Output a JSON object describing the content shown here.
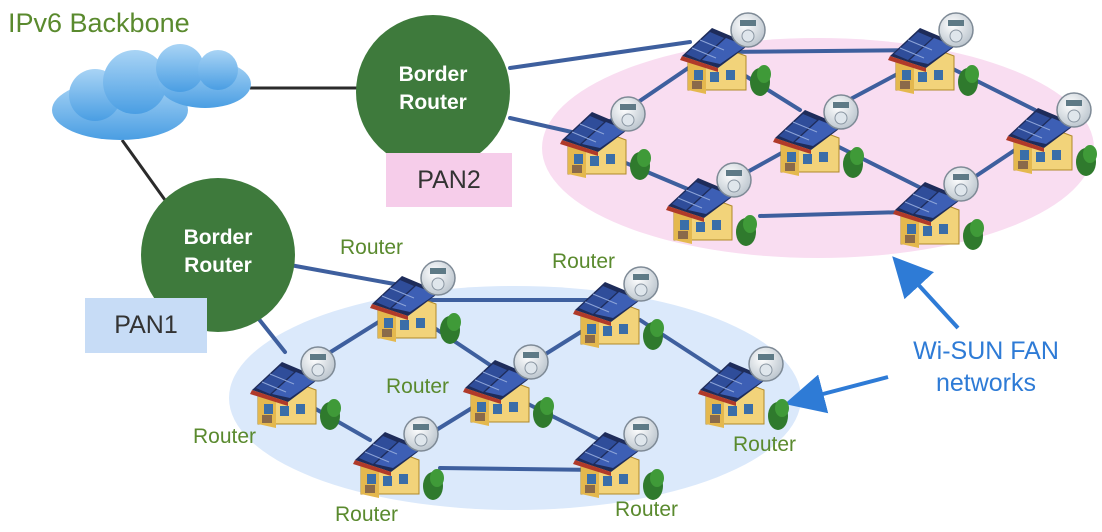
{
  "title": "IPv6 Backbone",
  "border_router": {
    "line1": "Border",
    "line2": "Router"
  },
  "pan1": "PAN1",
  "pan2": "PAN2",
  "router_label": "Router",
  "wisun": {
    "line1": "Wi-SUN FAN",
    "line2": "networks"
  },
  "colors": {
    "router_green": "#3e7a3c",
    "link_blue": "#3e5f9e",
    "pan1_fill": "#dbe9fb",
    "pan2_fill": "#f9ddf1",
    "label_green": "#5a8a2e",
    "arrow_blue": "#2e7bd6"
  },
  "icons": [
    "cloud-icon",
    "house-with-solar-panel-and-meter-icon"
  ]
}
